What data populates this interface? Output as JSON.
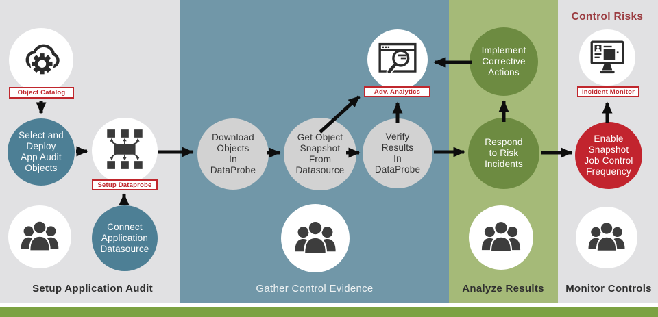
{
  "header": {
    "control_risks_title": "Control Risks"
  },
  "sections": [
    {
      "label": "Setup Application Audit"
    },
    {
      "label": "Gather Control Evidence"
    },
    {
      "label": "Analyze Results"
    },
    {
      "label": "Monitor Controls"
    }
  ],
  "icon_tags": {
    "object_catalog": "Object Catalog",
    "setup_dataprobe": "Setup Dataprobe",
    "adv_analytics": "Adv. Analytics",
    "incident_monitor": "Incident Monitor"
  },
  "steps": {
    "select_deploy": "Select and\nDeploy\nApp Audit\nObjects",
    "connect_datasource": "Connect\nApplication\nDatasource",
    "download_objects": "Download\nObjects\nIn\nDataProbe",
    "get_snapshot": "Get Object\nSnapshot\nFrom\nDatasource",
    "verify_results": "Verify\nResults\nIn\nDataProbe",
    "implement_actions": "Implement\nCorrective\nActions",
    "respond_incidents": "Respond\nto Risk\nIncidents",
    "enable_frequency": "Enable\nSnapshot\nJob Control\nFrequency"
  },
  "icons": {
    "object_catalog": "cloud-gear-icon",
    "setup_dataprobe": "network-hub-icon",
    "adv_analytics": "browser-magnifier-icon",
    "incident_monitor": "monitor-id-icon",
    "team": "people-group-icon"
  },
  "colors": {
    "section_gray": "#e1e1e3",
    "section_blue": "#7197a8",
    "section_green": "#a5ba78",
    "bottom_bar_green": "#7ca242",
    "circle_blue": "#4d7f95",
    "circle_gray": "#d2d2d2",
    "circle_green": "#6d8b41",
    "circle_red": "#c2242e",
    "label_red": "#c0272d",
    "title_red": "#9b3c41",
    "arrow_black": "#0d0d0d"
  }
}
